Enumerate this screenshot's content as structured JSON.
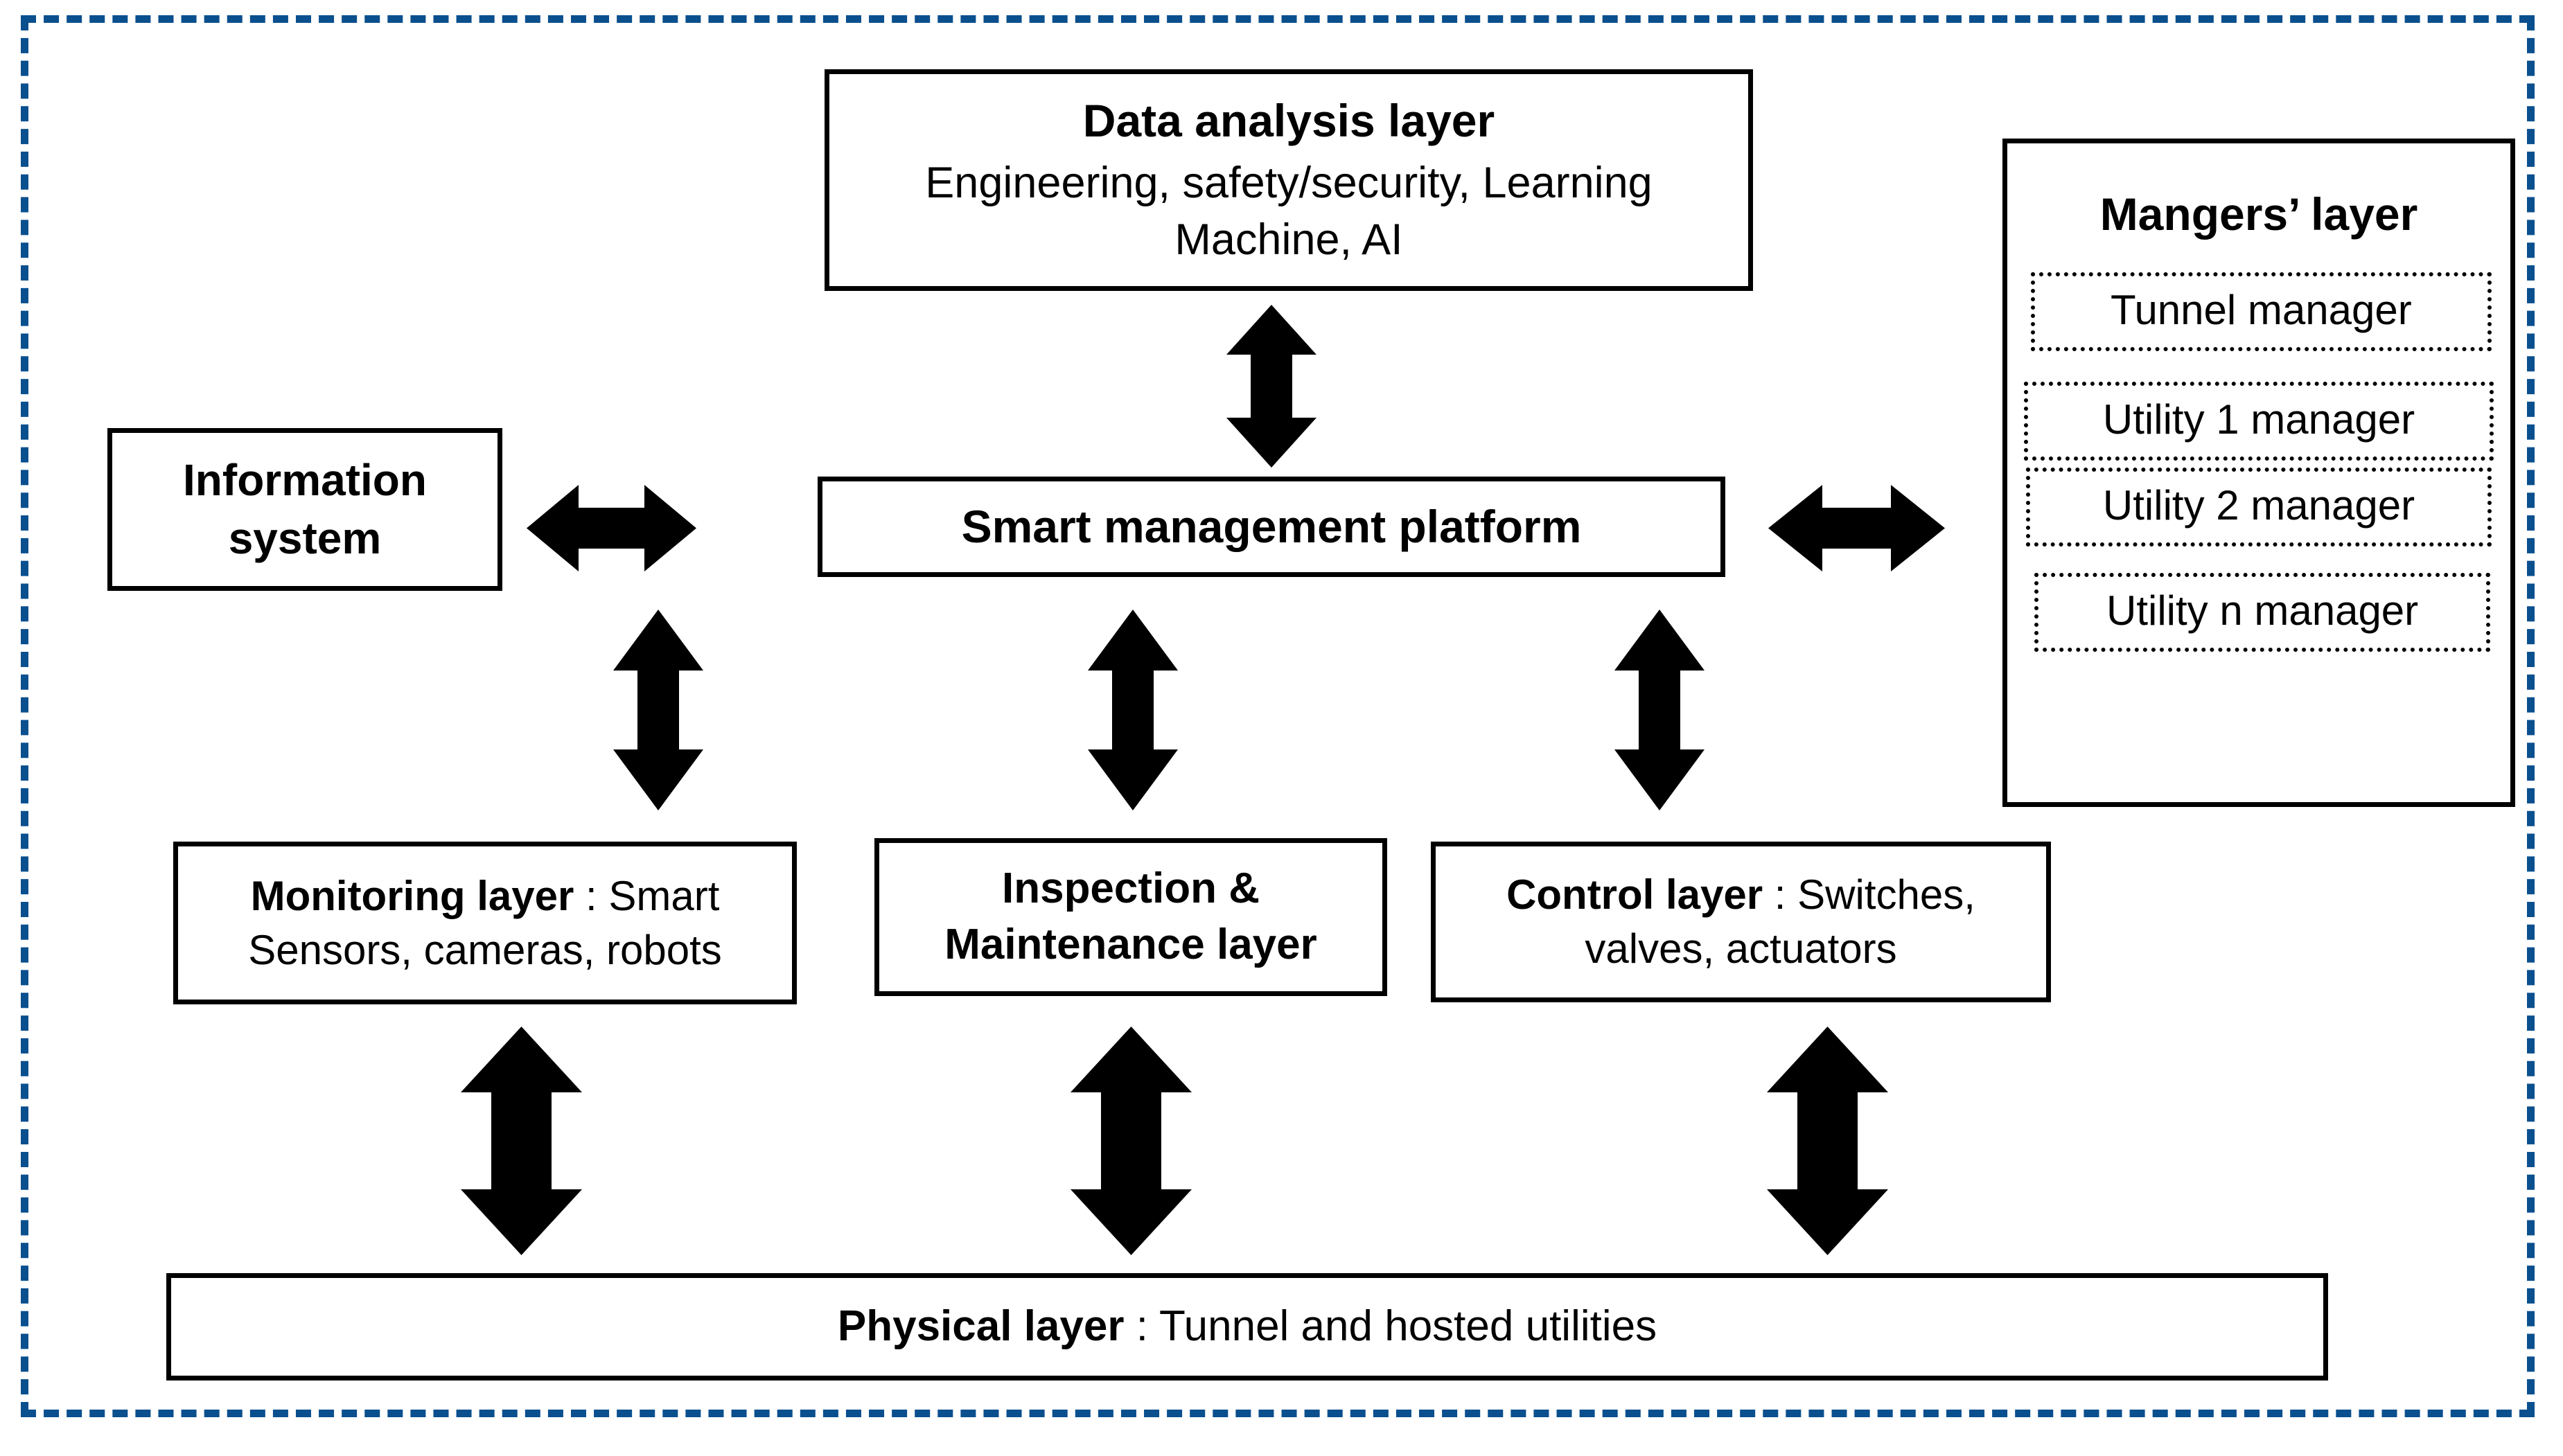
{
  "diagram": {
    "frame": {
      "border_color": "#0a4f8e",
      "style": "dashed"
    },
    "boxes": {
      "data_analysis": {
        "title": "Data analysis layer",
        "subtitle": "Engineering, safety/security, Learning Machine, AI"
      },
      "managers": {
        "title": "Mangers’ layer",
        "items": [
          "Tunnel manager",
          "Utility 1 manager",
          "Utility 2 manager",
          "Utility n manager"
        ]
      },
      "information_system": {
        "line1": "Information",
        "line2": "system"
      },
      "smart_platform": {
        "title": "Smart management platform"
      },
      "monitoring": {
        "bold": "Monitoring layer",
        "rest": " : Smart Sensors, cameras, robots"
      },
      "inspection": {
        "line1": "Inspection &",
        "line2": "Maintenance layer"
      },
      "control": {
        "bold": "Control layer",
        "rest": " : Switches, valves, actuators"
      },
      "physical": {
        "bold": "Physical layer",
        "rest": " : Tunnel and hosted utilities"
      }
    },
    "connectors": [
      {
        "name": "data-analysis-to-platform",
        "orientation": "vertical",
        "direction": "both"
      },
      {
        "name": "information-system-to-platform",
        "orientation": "horizontal",
        "direction": "both"
      },
      {
        "name": "platform-to-managers",
        "orientation": "horizontal",
        "direction": "both"
      },
      {
        "name": "platform-to-monitoring",
        "orientation": "vertical",
        "direction": "both"
      },
      {
        "name": "platform-to-inspection",
        "orientation": "vertical",
        "direction": "both"
      },
      {
        "name": "platform-to-control",
        "orientation": "vertical",
        "direction": "both"
      },
      {
        "name": "monitoring-to-physical",
        "orientation": "vertical",
        "direction": "both"
      },
      {
        "name": "inspection-to-physical",
        "orientation": "vertical",
        "direction": "both"
      },
      {
        "name": "control-to-physical",
        "orientation": "vertical",
        "direction": "both"
      }
    ]
  }
}
